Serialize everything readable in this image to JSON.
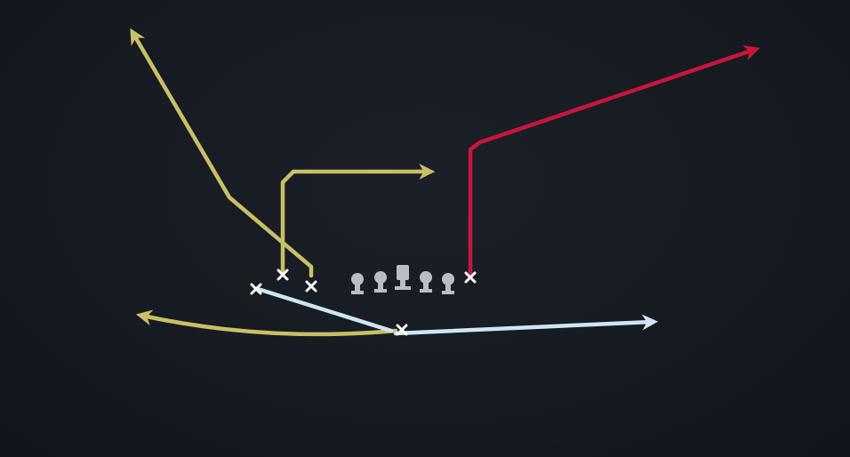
{
  "diagram": {
    "type": "football-play",
    "colors": {
      "background": "#161a21",
      "route_yellow": "#c9c066",
      "route_red": "#c8163a",
      "route_light_blue": "#cfe6f2",
      "player_marker": "#ffffff",
      "lineman": "#b9bec6"
    },
    "players": [
      {
        "id": "left-receiver-upper",
        "symbol": "x"
      },
      {
        "id": "left-receiver-lower",
        "symbol": "x"
      },
      {
        "id": "left-wing",
        "symbol": "x"
      },
      {
        "id": "right-end",
        "symbol": "x"
      },
      {
        "id": "quarterback",
        "symbol": "x"
      }
    ],
    "linemen": [
      "left-tackle",
      "left-guard",
      "center",
      "right-guard",
      "right-tackle"
    ],
    "routes": [
      {
        "name": "deep-post-left",
        "color": "route_yellow"
      },
      {
        "name": "out-route-right",
        "color": "route_yellow"
      },
      {
        "name": "swing-left",
        "color": "route_yellow"
      },
      {
        "name": "fade-right",
        "color": "route_red"
      },
      {
        "name": "qb-rollout",
        "color": "route_light_blue"
      }
    ]
  }
}
